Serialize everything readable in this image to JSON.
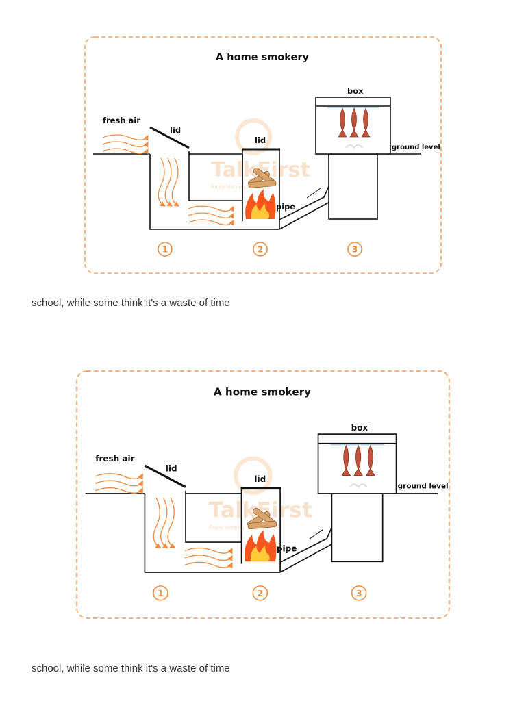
{
  "diagrams": [
    {
      "title": "A home smokery",
      "labels": {
        "fresh_air": "fresh air",
        "lid_left": "lid",
        "lid_center": "lid",
        "pipe": "pipe",
        "box": "box",
        "ground_level": "ground level"
      },
      "stages": [
        "1",
        "2",
        "3"
      ],
      "watermark": "TalkFirst",
      "watermark_tagline": "Enjoy learning English"
    },
    {
      "title": "A home smokery",
      "labels": {
        "fresh_air": "fresh air",
        "lid_left": "lid",
        "lid_center": "lid",
        "pipe": "pipe",
        "box": "box",
        "ground_level": "ground level"
      },
      "stages": [
        "1",
        "2",
        "3"
      ],
      "watermark": "TalkFirst",
      "watermark_tagline": "Enjoy learning English"
    }
  ],
  "captions": [
    "school, while some think it's a waste of time",
    "school, while some think it's a waste of time"
  ],
  "colors": {
    "border_accent": "#f4a161",
    "arrow_orange": "#f08a3c",
    "fish": "#c0533b",
    "flame": "#f5561d"
  }
}
